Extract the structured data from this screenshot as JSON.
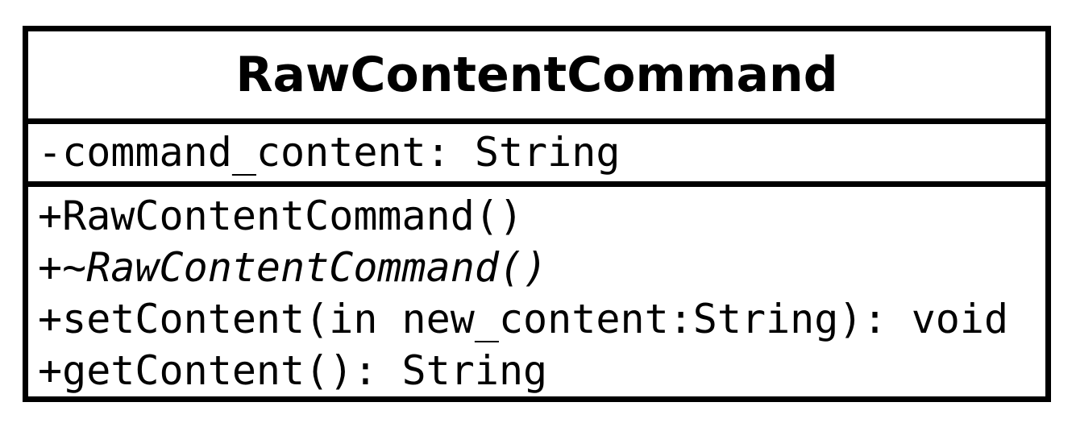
{
  "class": {
    "name": "RawContentCommand",
    "attributes": [
      {
        "text": "-command_content: String",
        "italic": false
      }
    ],
    "operations": [
      {
        "text": "+RawContentCommand()",
        "italic": false
      },
      {
        "text": "+~RawContentCommand()",
        "italic": true
      },
      {
        "text": "+setContent(in new_content:String): void",
        "italic": false
      },
      {
        "text": "+getContent(): String",
        "italic": false
      }
    ]
  },
  "colors": {
    "border": "#000000",
    "background": "#ffffff",
    "text": "#000000"
  }
}
